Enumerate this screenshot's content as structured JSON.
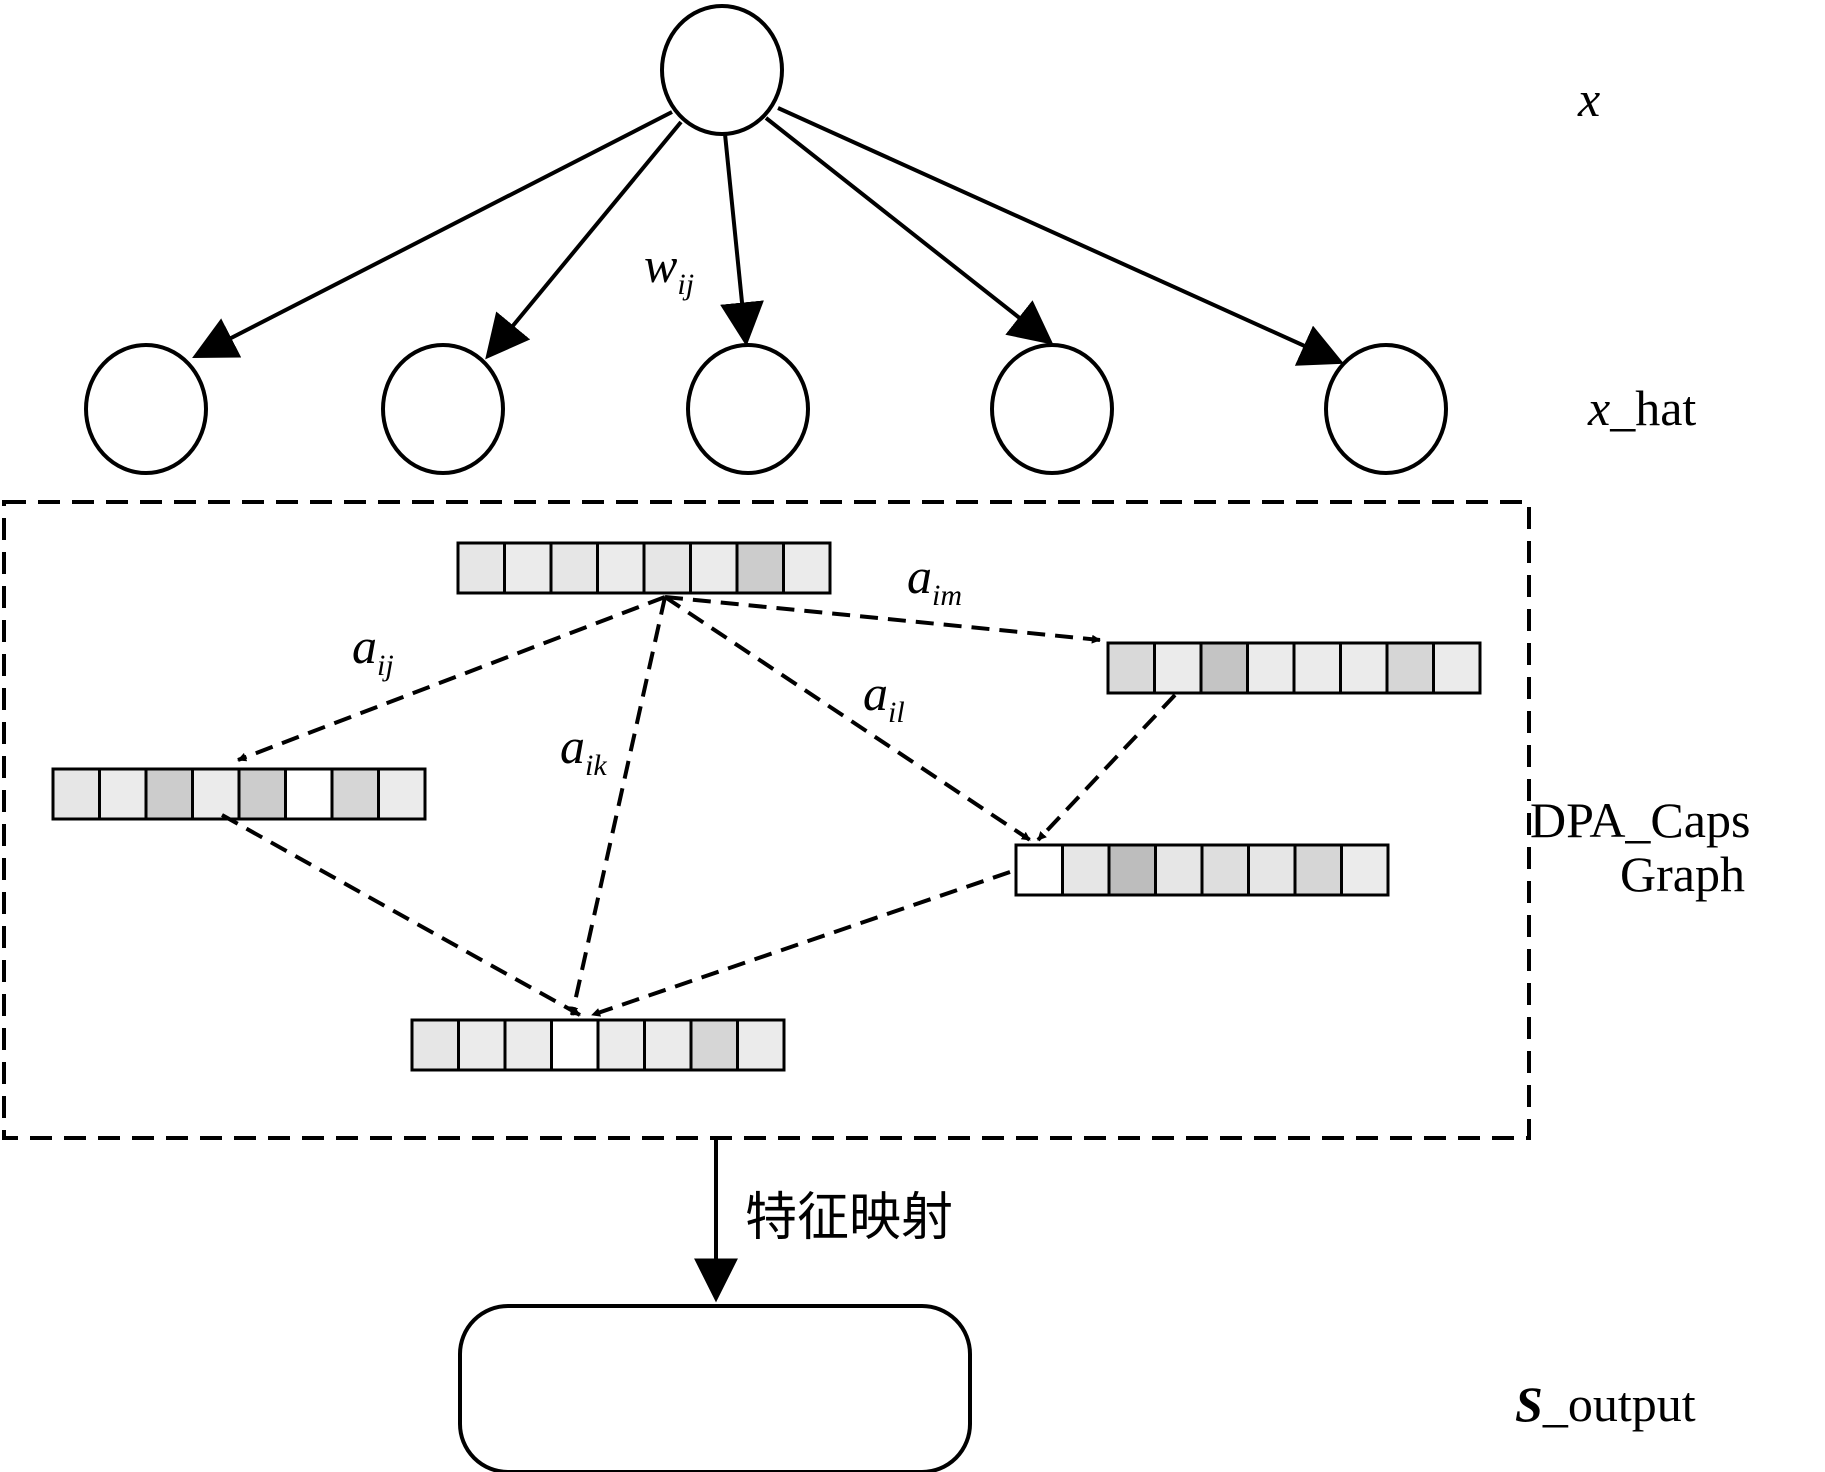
{
  "layer_labels": {
    "x": "x",
    "x_hat_var": "x",
    "x_hat_rest": "_hat",
    "dpa_line1": "DPA_Caps",
    "dpa_line2": "Graph",
    "s_var": "S",
    "s_rest": "_output"
  },
  "weights": {
    "w_base": "w",
    "w_sub": "ij"
  },
  "attention": {
    "a_ij_base": "a",
    "a_ij_sub": "ij",
    "a_ik_base": "a",
    "a_ik_sub": "ik",
    "a_il_base": "a",
    "a_il_sub": "il",
    "a_im_base": "a",
    "a_im_sub": "im"
  },
  "mapping_label": "特征映射",
  "capsule_vectors": [
    [
      "#e6e6e6",
      "#ebebeb",
      "#e6e6e6",
      "#ebebeb",
      "#e6e6e6",
      "#ebebeb",
      "#cccccc",
      "#ebebeb"
    ],
    [
      "#d9d9d9",
      "#ebebeb",
      "#c4c4c4",
      "#ebebeb",
      "#ebebeb",
      "#ebebeb",
      "#d6d6d6",
      "#ebebeb"
    ],
    [
      "#e6e6e6",
      "#ebebeb",
      "#cccccc",
      "#ebebeb",
      "#cccccc",
      "#ffffff",
      "#d6d6d6",
      "#ebebeb"
    ],
    [
      "#ffffff",
      "#e6e6e6",
      "#bdbdbd",
      "#e6e6e6",
      "#dedede",
      "#e6e6e6",
      "#d6d6d6",
      "#ebebeb"
    ],
    [
      "#e6e6e6",
      "#ebebeb",
      "#ebebeb",
      "#ffffff",
      "#ebebeb",
      "#ebebeb",
      "#d6d6d6",
      "#ebebeb"
    ]
  ]
}
